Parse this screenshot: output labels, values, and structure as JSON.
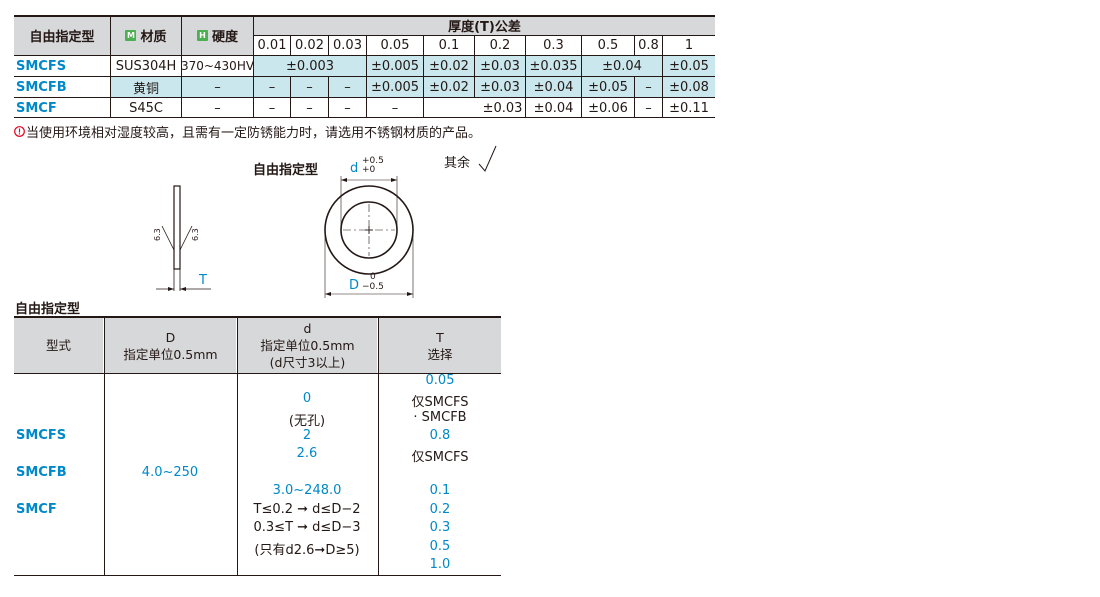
{
  "tolerance_table": {
    "header_type": "自由指定型",
    "header_material": "材质",
    "header_material_badge": "M",
    "header_hardness": "硬度",
    "header_hardness_badge": "H",
    "header_thickness": "厚度(T)公差",
    "thickness_columns": [
      "0.01",
      "0.02",
      "0.03",
      "0.05",
      "0.1",
      "0.2",
      "0.3",
      "0.5",
      "0.8",
      "1"
    ],
    "rows": [
      {
        "model": "SMCFS",
        "material": "SUS304H",
        "hardness": "370~430HV",
        "cells": [
          "±0.003",
          "±0.005",
          "±0.02",
          "±0.03",
          "±0.035",
          "±0.04",
          "±0.05"
        ]
      },
      {
        "model": "SMCFB",
        "material": "黄铜",
        "hardness": "–",
        "cells": [
          "–",
          "–",
          "–",
          "±0.005",
          "±0.02",
          "±0.03",
          "±0.04",
          "±0.05",
          "–",
          "±0.08"
        ]
      },
      {
        "model": "SMCF",
        "material": "S45C",
        "hardness": "–",
        "cells": [
          "–",
          "–",
          "–",
          "–",
          "±0.03",
          "±0.04",
          "±0.06",
          "–",
          "±0.11"
        ]
      }
    ]
  },
  "note": "当使用环境相对湿度较高，且需有一定防锈能力时，请选用不锈钢材质的产品。",
  "note_icon": "info-icon",
  "drawing": {
    "title": "自由指定型",
    "surface_note": "其余",
    "roughness_left": "6.3",
    "roughness_right": "6.3",
    "thickness_label": "T",
    "d_label": "d",
    "d_tol_upper": "+0.5",
    "d_tol_lower": "+0",
    "D_label": "D",
    "D_tol_upper": "0",
    "D_tol_lower": "−0.5"
  },
  "spec_table": {
    "caption": "自由指定型",
    "headers": {
      "type": "型式",
      "D_1": "D",
      "D_2": "指定单位0.5mm",
      "d_1": "d",
      "d_2": "指定单位0.5mm",
      "d_3": "(d尺寸3以上)",
      "T_1": "T",
      "T_2": "选择"
    },
    "models": [
      "SMCFS",
      "SMCFB",
      "SMCF"
    ],
    "D_range": "4.0~250",
    "d_values": [
      "0",
      "(无孔)",
      "2",
      "2.6",
      "3.0~248.0"
    ],
    "d_rules": [
      "T≤0.2 ➞ d≤D−2",
      "0.3≤T ➞ d≤D−3",
      "(只有d2.6➞D≥5)"
    ],
    "T_values": [
      "0.05",
      "仅SMCFS",
      "· SMCFB",
      "0.8",
      "仅SMCFS",
      "0.1",
      "0.2",
      "0.3",
      "0.5",
      "1.0"
    ]
  },
  "colors": {
    "accent": "#0088c9",
    "header_bg": "#d7d8d9",
    "row_tint": "#c9e7ed",
    "note_icon": "#e6001f"
  }
}
